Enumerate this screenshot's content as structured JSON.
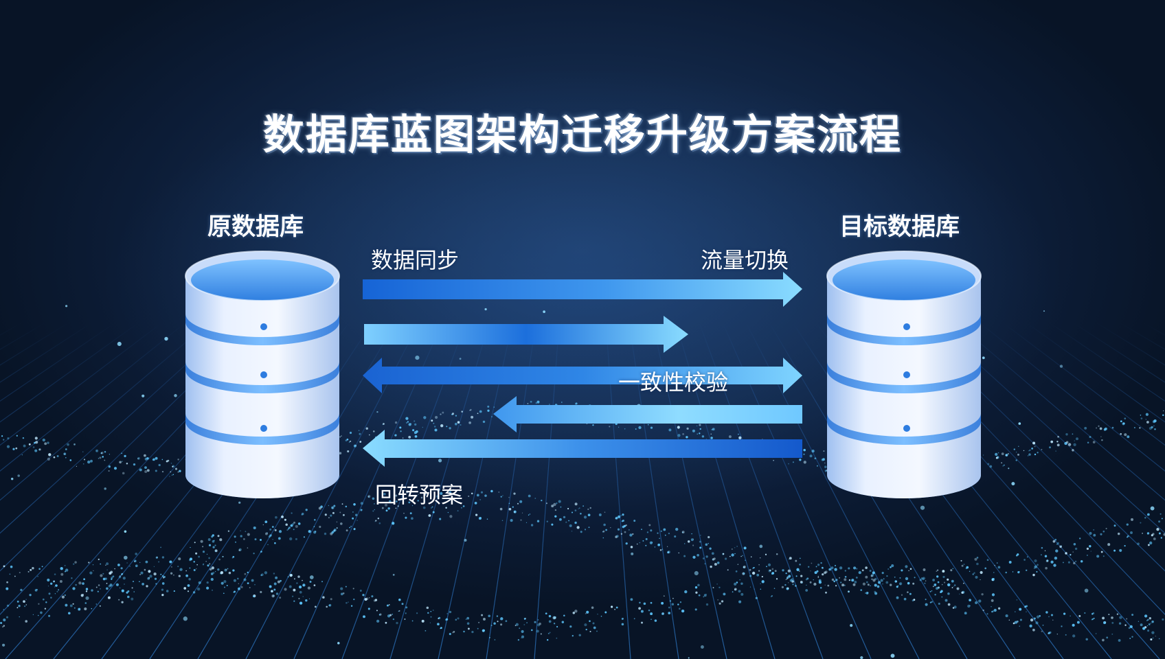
{
  "title": "数据库蓝图架构迁移升级方案流程",
  "source_db": {
    "label": "原数据库",
    "icon": "database-icon"
  },
  "target_db": {
    "label": "目标数据库",
    "icon": "database-icon"
  },
  "flows": {
    "sync": "数据同步",
    "switch": "流量切换",
    "verify": "一致性校验",
    "rollback": "回转预案"
  },
  "colors": {
    "background": "#0c1c36",
    "arrow_dark": "#1565d8",
    "arrow_light": "#7fd3ff",
    "db_body": "#dbe7fb",
    "db_accent": "#3d8de8"
  }
}
